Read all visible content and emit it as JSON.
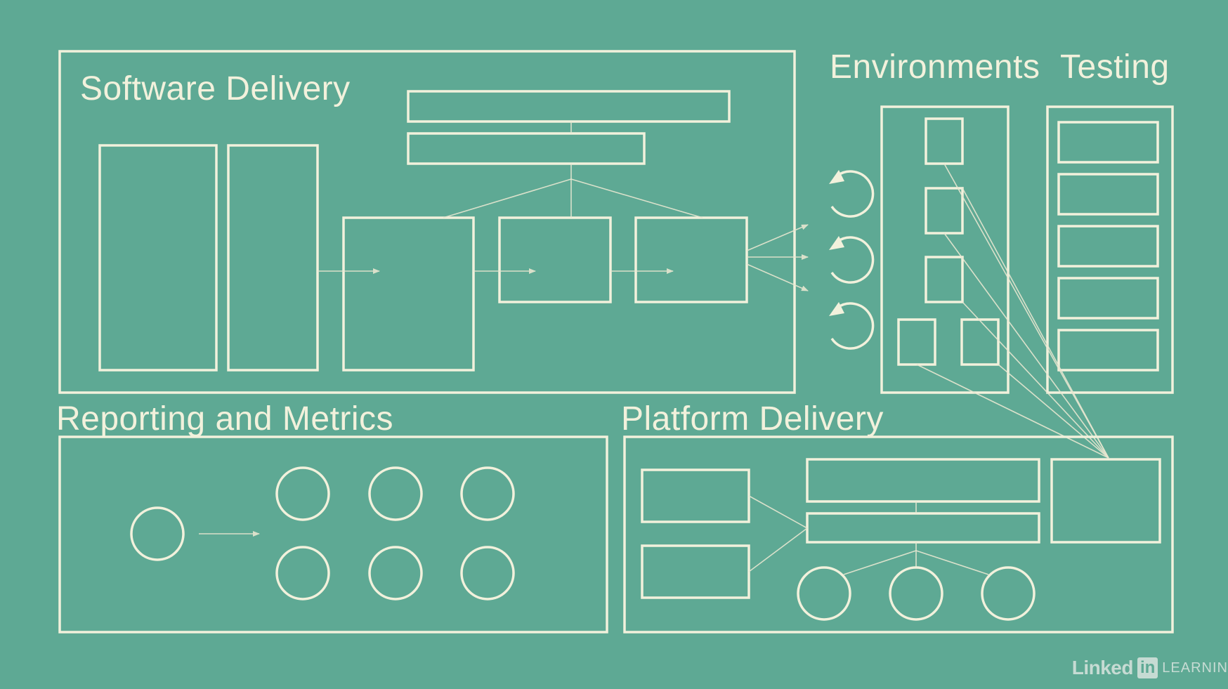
{
  "sections": {
    "software_delivery": "Software Delivery",
    "environments": "Environments",
    "testing": "Testing",
    "reporting": "Reporting and Metrics",
    "platform": "Platform Delivery"
  },
  "watermark": {
    "brand": "Linked",
    "in": "in",
    "product": "LEARNIN"
  },
  "colors": {
    "background": "#5ea994",
    "line": "#f2f1dc"
  }
}
